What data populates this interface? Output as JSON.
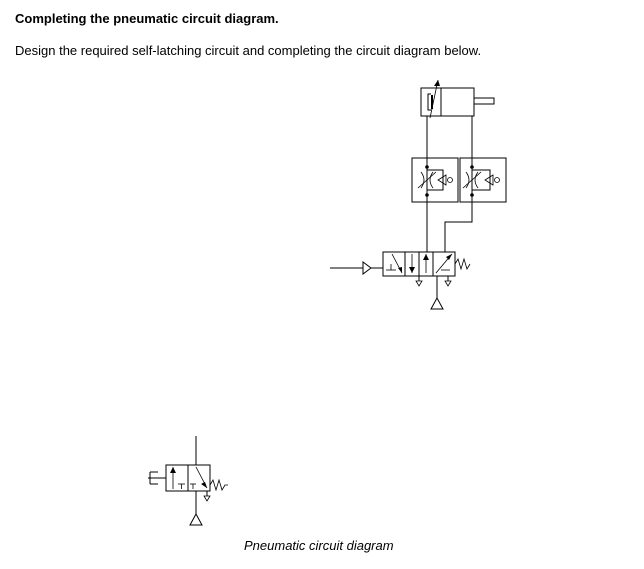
{
  "heading": "Completing the pneumatic circuit diagram.",
  "instruction": "Design the required self-latching circuit and completing the circuit diagram below.",
  "caption": "Pneumatic circuit diagram",
  "symbols": [
    "double-acting-cylinder-icon",
    "one-way-flow-control-valve-icon",
    "one-way-flow-control-valve-icon",
    "pilot-operated-5-2-way-valve-icon",
    "pushbutton-3-2-way-valve-icon",
    "pressure-source-icon",
    "exhaust-icon"
  ]
}
